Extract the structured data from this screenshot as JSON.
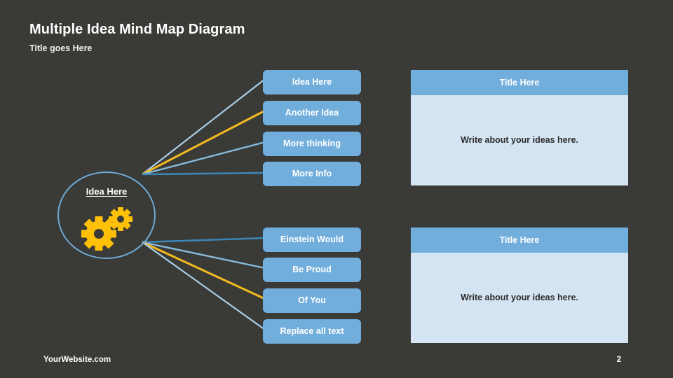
{
  "slide": {
    "title": "Multiple Idea Mind Map Diagram",
    "subtitle": "Title goes Here",
    "background_color": "#3a3a37"
  },
  "hub": {
    "label": "Idea Here",
    "icon": "gears-icon",
    "icon_color": "#ffc107",
    "ring_color": "#6ea9d4"
  },
  "groups": [
    {
      "id": "group-top",
      "pills": [
        {
          "label": "Idea Here",
          "connector_color": "#a9cfe8"
        },
        {
          "label": "Another Idea",
          "connector_color": "#f2b920"
        },
        {
          "label": "More thinking",
          "connector_color": "#86bada"
        },
        {
          "label": "More Info",
          "connector_color": "#3d86b8"
        }
      ],
      "panel": {
        "title": "Title Here",
        "body": "Write about your ideas here."
      }
    },
    {
      "id": "group-bottom",
      "pills": [
        {
          "label": "Einstein Would",
          "connector_color": "#3d86b8"
        },
        {
          "label": "Be Proud",
          "connector_color": "#86bada"
        },
        {
          "label": "Of You",
          "connector_color": "#f2b920"
        },
        {
          "label": "Replace all text",
          "connector_color": "#a9cfe8"
        }
      ],
      "panel": {
        "title": "Title Here",
        "body": "Write about your ideas here."
      }
    }
  ],
  "footer": {
    "website": "YourWebsite.com",
    "page_number": "2"
  },
  "colors": {
    "pill_blue": "#72aedb",
    "panel_body_blue": "#d5e4f2",
    "accent_gold": "#f2b920",
    "text_light": "#ffffff"
  }
}
